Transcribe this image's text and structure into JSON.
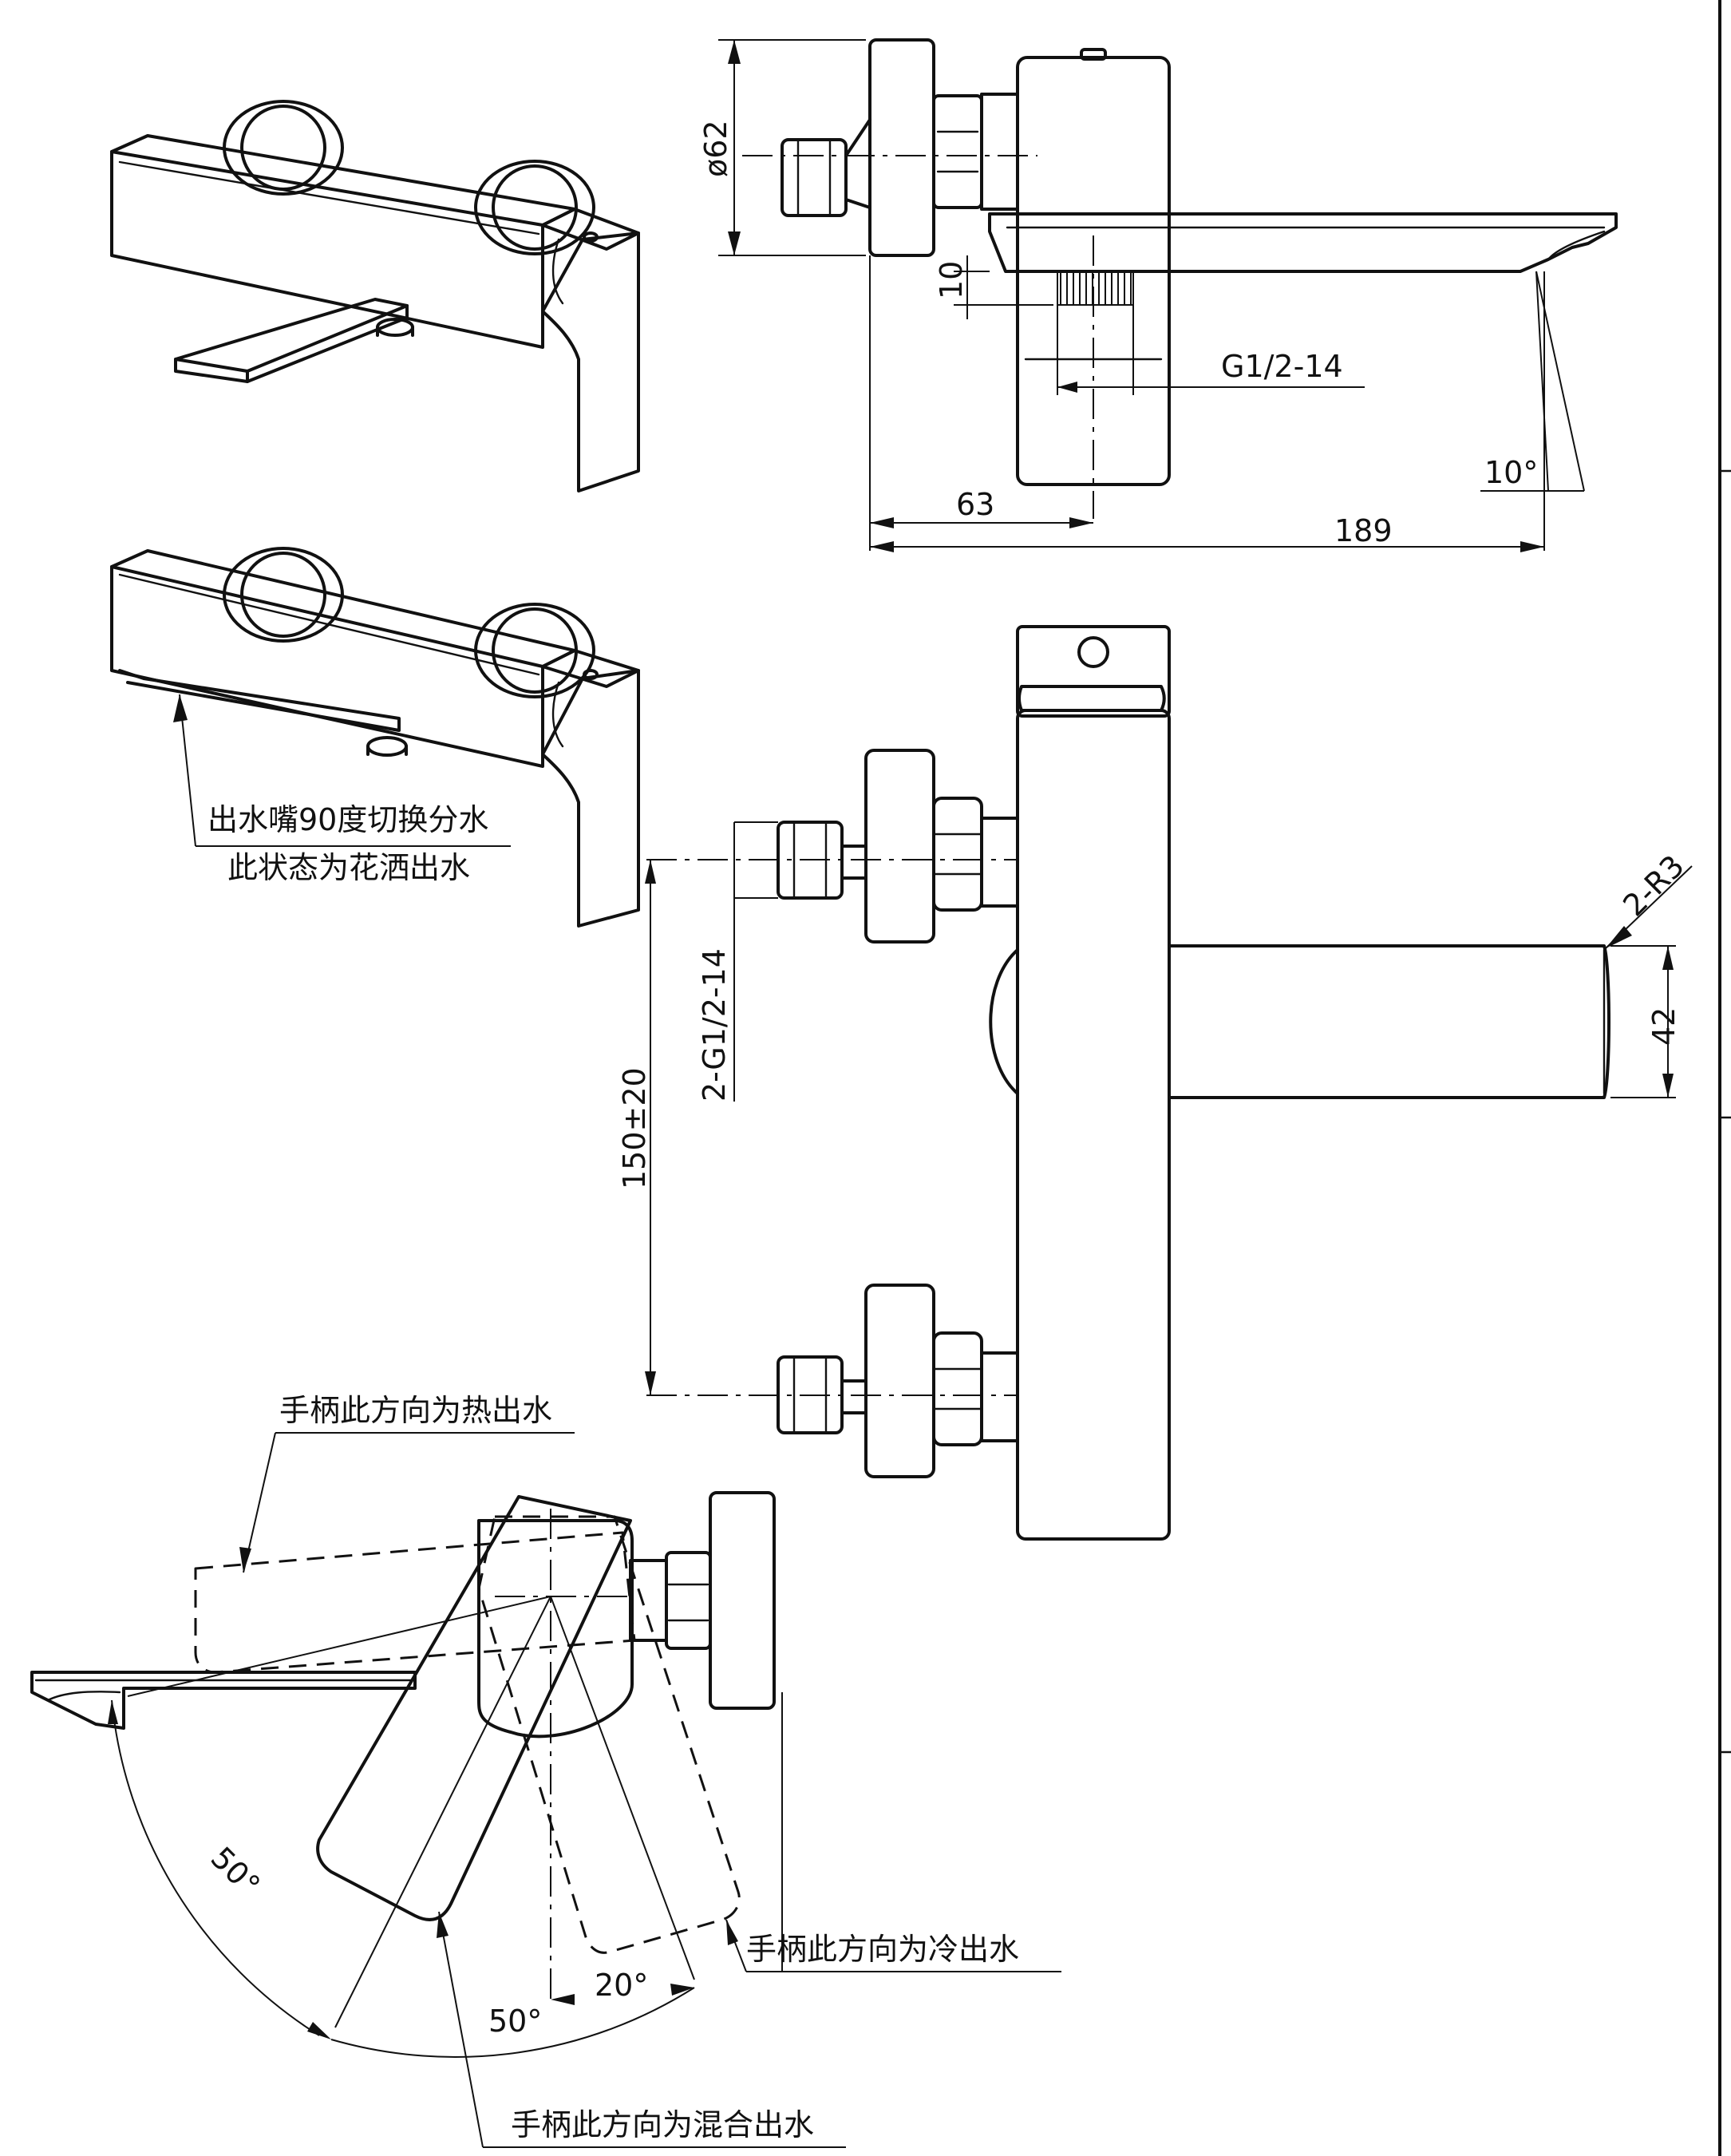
{
  "dimensions": {
    "diameter": "ø62",
    "offset_10": "10",
    "thread_top": "G1/2-14",
    "spout_angle": "10°",
    "dim_63": "63",
    "dim_189": "189",
    "radius": "2-R3",
    "spout_width": "42",
    "inlet_thread": "2-G1/2-14",
    "inlet_spacing": "150±20",
    "angle_left": "50°",
    "angle_bottom": "50°",
    "angle_20": "20°"
  },
  "notes": {
    "divert_line1": "出水嘴90度切换分水",
    "divert_line2": "此状态为花洒出水",
    "hot": "手柄此方向为热出水",
    "cold": "手柄此方向为冷出水",
    "mixed": "手柄此方向为混合出水"
  }
}
